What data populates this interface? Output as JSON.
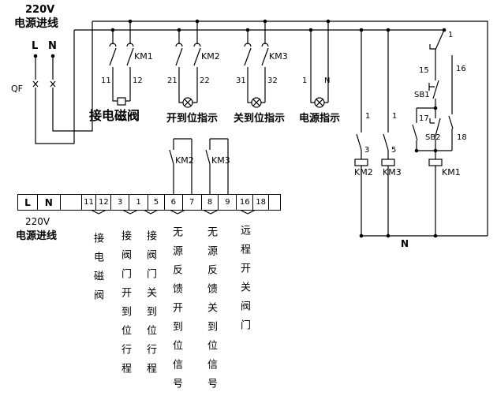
{
  "diagram": {
    "incoming": {
      "voltage": "220V",
      "label": "电源进线",
      "l": "L",
      "n": "N",
      "breaker": "QF"
    },
    "branches": {
      "solenoid": {
        "contactor": "KM1",
        "tl": "11",
        "tr": "12",
        "caption": "接电磁阀"
      },
      "open_ind": {
        "contactor": "KM2",
        "tl": "21",
        "tr": "22",
        "caption": "开到位指示"
      },
      "close_ind": {
        "contactor": "KM3",
        "tl": "31",
        "tr": "32",
        "caption": "关到位指示"
      },
      "power_ind": {
        "tl": "1",
        "tr": "N",
        "caption": "电源指示"
      }
    },
    "control": {
      "km2_branch": {
        "wire": "1",
        "terminal": "3",
        "coil": "KM2"
      },
      "km3_branch": {
        "wire": "1",
        "terminal": "5",
        "coil": "KM3"
      },
      "km1_branch": {
        "wire": "1",
        "w15": "15",
        "w16": "16",
        "w17": "17",
        "w18": "18",
        "sb1": "SB1",
        "sb2": "SB2",
        "coil": "KM1"
      },
      "neutral": "N"
    },
    "aux_contacts": {
      "km2": "KM2",
      "km3": "KM3"
    },
    "strip": {
      "cells": [
        "L",
        "N",
        "",
        "11",
        "12",
        "3",
        "1",
        "5",
        "6",
        "7",
        "8",
        "9",
        "16",
        "18",
        ""
      ],
      "voltage": "220V",
      "label": "电源进线",
      "captions": [
        "接电磁阀",
        "接阀门开到位行程",
        "接阀门关到位行程",
        "无源反馈开到位信号",
        "无源反馈关到位信号",
        "远程开关阀门"
      ]
    }
  }
}
